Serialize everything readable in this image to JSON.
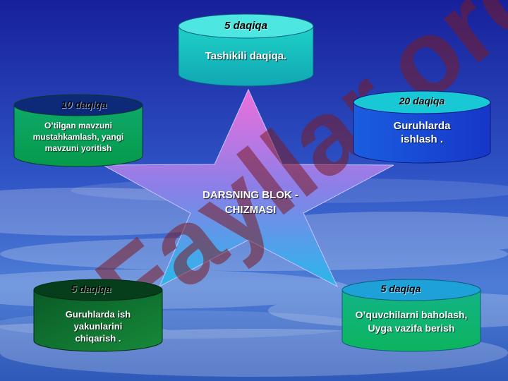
{
  "center_title": "DARSNING BLOK - CHIZMASI",
  "watermark": "Fayllar.org",
  "blocks": [
    {
      "time": "5 daqiqa",
      "text": "Tashikili daqiqa."
    },
    {
      "time": "10 daqiqa",
      "text": "O’tilgan mavzuni mustahkamlash, yangi mavzuni yoritish"
    },
    {
      "time": "20 daqiqa",
      "text": "Guruhlarda ishlash ."
    },
    {
      "time": "5 daqiqa",
      "text": "Guruhlarda ish yakunlarini chiqarish ."
    },
    {
      "time": "5 daqiqa",
      "text": "O’quvchilarni baholash, Uyga vazifa berish"
    }
  ]
}
